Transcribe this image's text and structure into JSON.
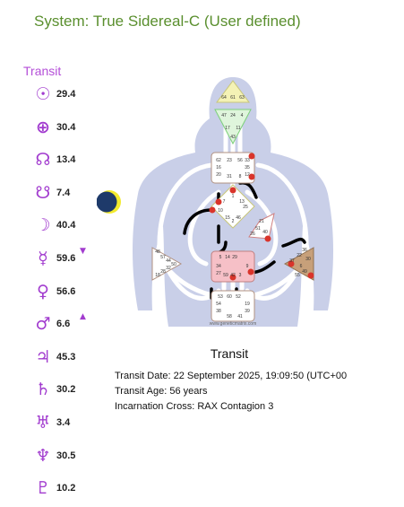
{
  "header": {
    "title": "System: True Sidereal-C (User defined)"
  },
  "transit_label": "Transit",
  "planets": [
    {
      "name": "sun-icon",
      "glyph": "☉",
      "value": "29.4"
    },
    {
      "name": "earth-icon",
      "glyph": "⊕",
      "value": "30.4"
    },
    {
      "name": "north-node-icon",
      "glyph": "☊",
      "value": "13.4"
    },
    {
      "name": "south-node-icon",
      "glyph": "☋",
      "value": "7.4"
    },
    {
      "name": "moon-icon",
      "glyph": "☽",
      "value": "40.4"
    },
    {
      "name": "mercury-icon",
      "glyph": "☿",
      "value": "59.6"
    },
    {
      "name": "venus-icon",
      "glyph": "♀",
      "value": "56.6"
    },
    {
      "name": "mars-icon",
      "glyph": "♂",
      "value": "6.6"
    },
    {
      "name": "jupiter-icon",
      "glyph": "♃",
      "value": "45.3"
    },
    {
      "name": "saturn-icon",
      "glyph": "♄",
      "value": "30.2"
    },
    {
      "name": "uranus-icon",
      "glyph": "♅",
      "value": "3.4"
    },
    {
      "name": "neptune-icon",
      "glyph": "♆",
      "value": "30.5"
    },
    {
      "name": "pluto-icon",
      "glyph": "♇",
      "value": "10.2"
    }
  ],
  "indicators": {
    "down": "▼",
    "up": "▲"
  },
  "chart": {
    "heading": "Transit",
    "watermark": "www.geneticmatrix.com",
    "colors": {
      "body": "#c9cfe8",
      "head": "#f4f2b5",
      "ajna": "#dff5dc",
      "spleen_sacral": "#f6c0c7",
      "solar": "#c7a07a",
      "active": "#000000",
      "inactive": "#ffffff",
      "gate_red": "#d9342b"
    },
    "gates": {
      "head": [
        "64",
        "61",
        "63"
      ],
      "ajna": [
        "47",
        "24",
        "4",
        "17",
        "11",
        "43"
      ],
      "throat": [
        "62",
        "23",
        "56",
        "16",
        "35",
        "20",
        "12",
        "31",
        "8",
        "33"
      ],
      "g": [
        "1",
        "13",
        "7",
        "25",
        "10",
        "15",
        "2",
        "46"
      ],
      "ego": [
        "21",
        "51",
        "26",
        "40"
      ],
      "spleen": [
        "48",
        "57",
        "44",
        "50",
        "32",
        "28",
        "18"
      ],
      "sacral": [
        "5",
        "14",
        "29",
        "34",
        "27",
        "59",
        "42",
        "3",
        "9"
      ],
      "solar": [
        "36",
        "22",
        "37",
        "6",
        "49",
        "55",
        "30"
      ],
      "root": [
        "53",
        "60",
        "52",
        "54",
        "19",
        "38",
        "39",
        "58",
        "41"
      ]
    }
  },
  "info": {
    "date": "Transit Date: 22 September 2025, 19:09:50 (UTC+00",
    "age": "Transit Age: 56 years",
    "cross": "Incarnation Cross: RAX Contagion 3"
  }
}
